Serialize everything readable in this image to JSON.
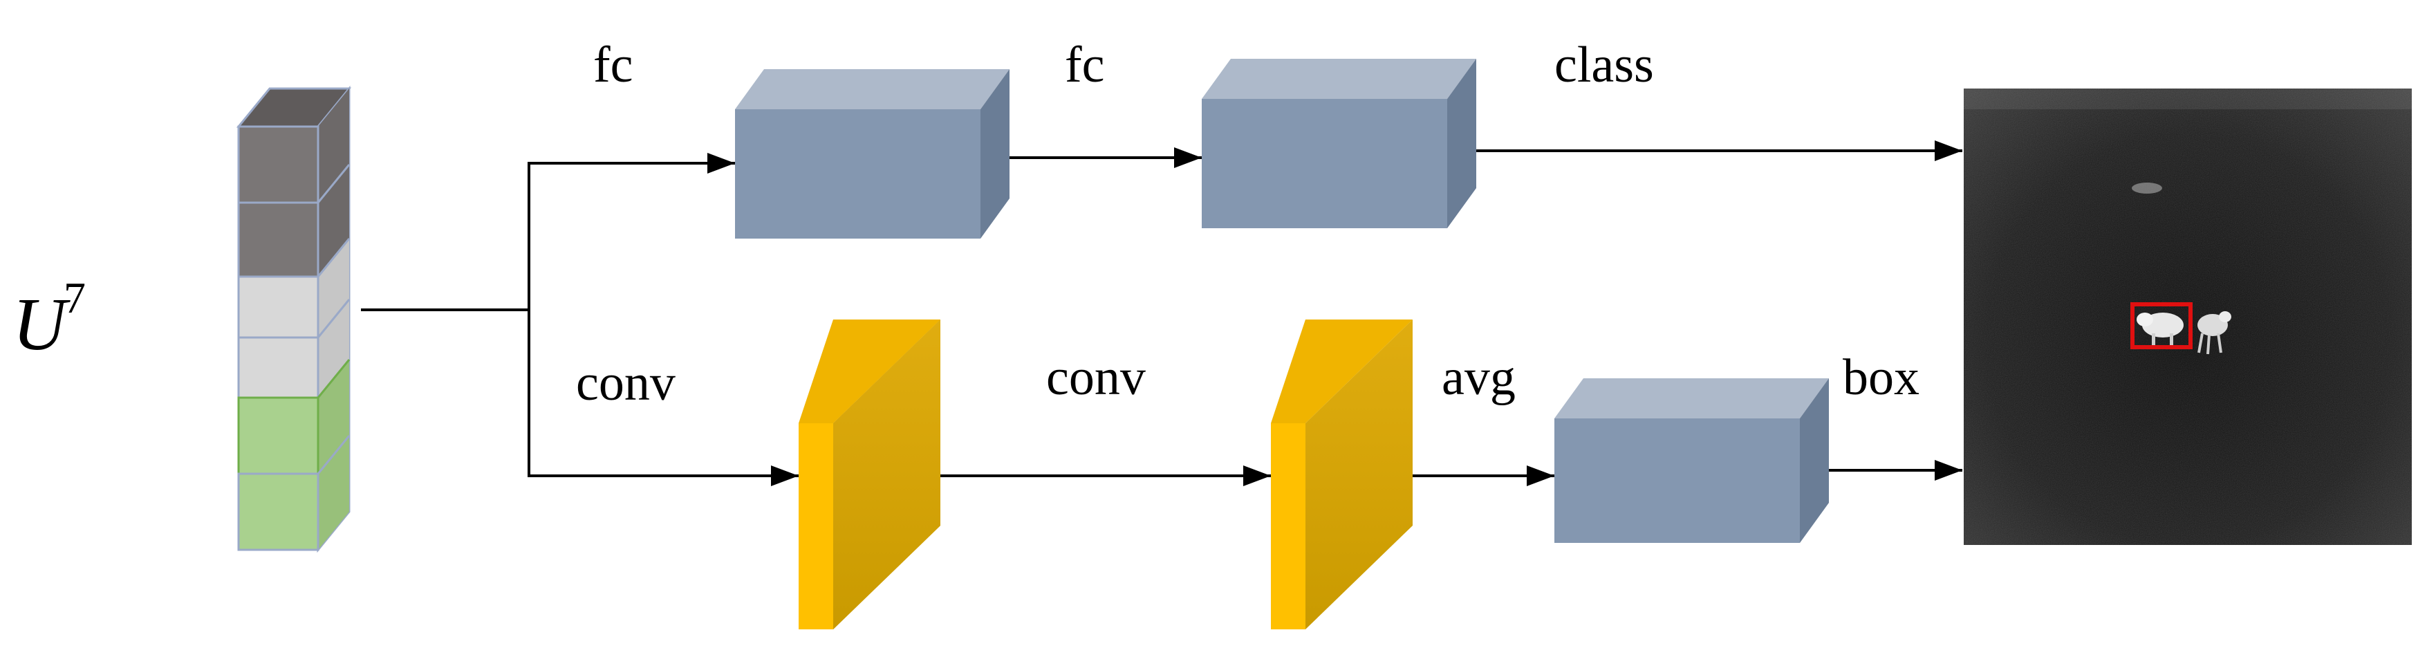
{
  "input_symbol": {
    "base": "U",
    "superscript": "7"
  },
  "labels": {
    "fc_1": "fc",
    "fc_2": "fc",
    "class": "class",
    "conv_1": "conv",
    "conv_2": "conv",
    "avg": "avg",
    "box": "box"
  },
  "colors": {
    "stack_dark": "#7a7676",
    "stack_light": "#d8d8d8",
    "stack_green": "#a9d18e",
    "block_blue_front": "#8497b0",
    "block_blue_top": "#adb9ca",
    "block_blue_side": "#6a7d96",
    "plate_yellow_front": "#d6a300",
    "plate_yellow_side": "#ffc000",
    "detection_box": "#e01010"
  }
}
